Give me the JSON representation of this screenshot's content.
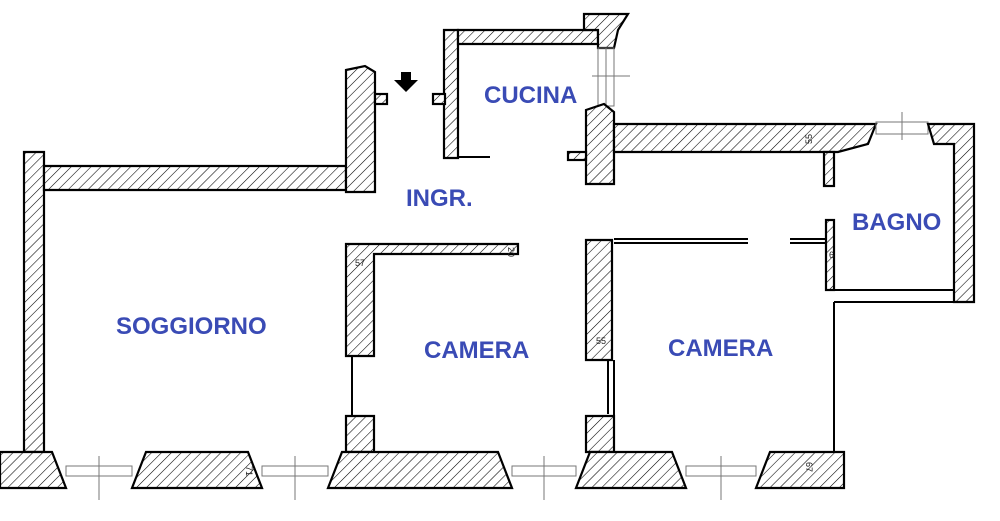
{
  "rooms": {
    "cucina": "CUCINA",
    "ingresso": "INGR.",
    "bagno": "BAGNO",
    "soggiorno": "SOGGIORNO",
    "camera_1": "CAMERA",
    "camera_2": "CAMERA"
  },
  "dimensions": {
    "dim_55_top": "55",
    "dim_57": "57",
    "dim_55_mid": "55",
    "dim_71": "71",
    "dim_67": "67",
    "dim_20": "20",
    "dim_6": "6"
  },
  "icons": {
    "entrance": "down-arrow-icon"
  },
  "colors": {
    "label": "#3a4bb5",
    "wall_stroke": "#000000"
  }
}
